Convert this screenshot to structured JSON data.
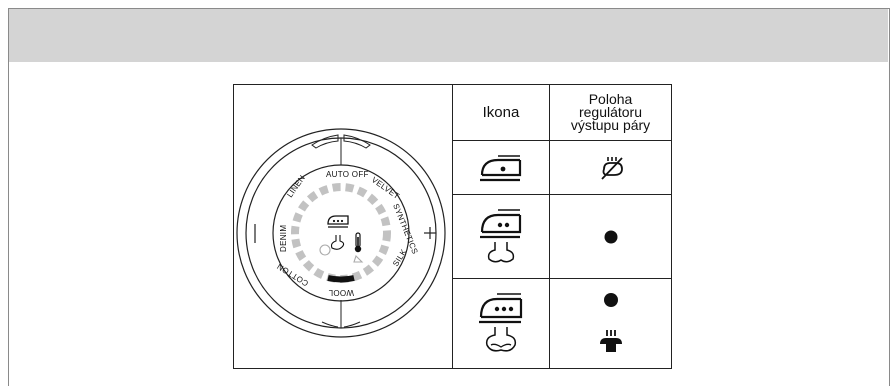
{
  "table": {
    "header_icon": "Ikona",
    "header_position": "Poloha\nregulátoru\nvýstupu páry"
  },
  "dial": {
    "labels": [
      "AUTO OFF",
      "VELVET",
      "SYNTHETICS",
      "SILK",
      "WOOL",
      "COTTON",
      "DENIM",
      "LINEN"
    ],
    "minus_symbol": "−",
    "plus_symbol": "+"
  },
  "rows": [
    {
      "icon": "iron-one-dot-icon",
      "position": "steam-off-icon"
    },
    {
      "icon": "iron-two-dots-steam-icon",
      "position": "dot-icon"
    },
    {
      "icon": "iron-three-dots-steam-icon",
      "position": "dot-and-max-steam-icon"
    }
  ]
}
